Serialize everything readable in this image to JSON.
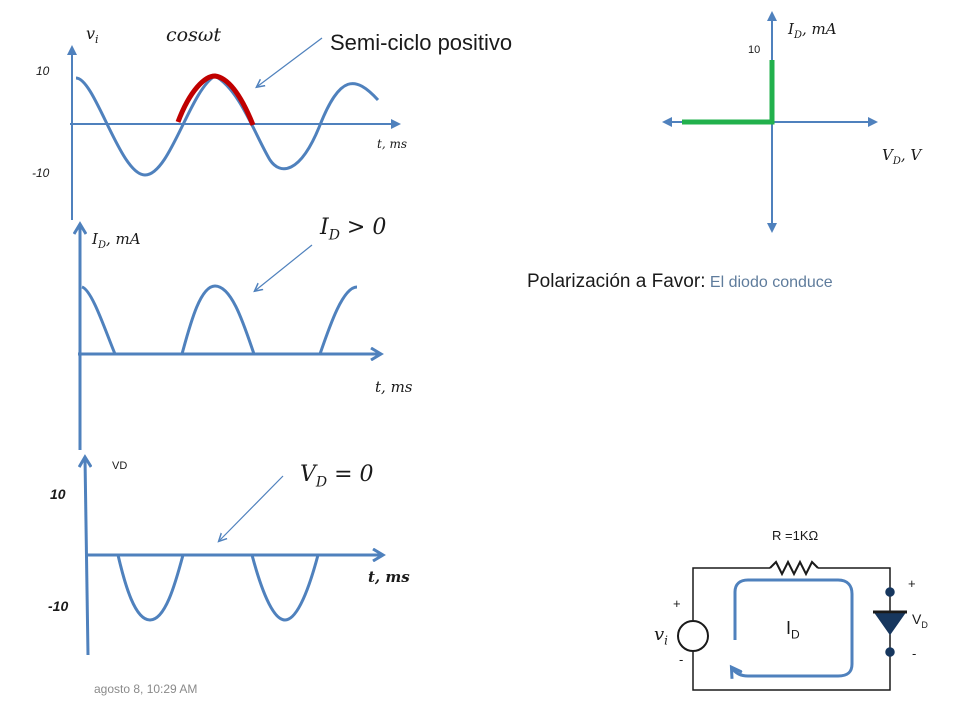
{
  "top_plot": {
    "y_label": "v",
    "y_label_sub": "i",
    "func_label": "cosωt",
    "x_label": "t, ms",
    "tick_max": "10",
    "tick_min": "-10",
    "highlight_label": "Semi-ciclo positivo"
  },
  "current_plot": {
    "y_label": "I",
    "y_label_sub": "D",
    "y_label_unit": ", mA",
    "x_label": "t, ms",
    "annotation": "I",
    "annotation_sub": "D",
    "annotation_rest": " > 0"
  },
  "voltage_plot": {
    "y_label": "VD",
    "tick_max": "10",
    "tick_min": "-10",
    "x_label": "t, ms",
    "annotation": "V",
    "annotation_sub": "D",
    "annotation_rest": " = 0"
  },
  "iv_curve": {
    "y_label": "I",
    "y_label_sub": "D",
    "y_label_unit": ", mA",
    "x_label": "V",
    "x_label_sub": "D",
    "x_label_unit": ", V",
    "tick": "10",
    "curve_color": "#22b14c"
  },
  "status": {
    "title": "Polarización a Favor:",
    "subtitle": "El diodo conduce"
  },
  "circuit": {
    "resistor_label": "R =1KΩ",
    "source_label": "v",
    "source_label_sub": "i",
    "current_label": "I",
    "current_label_sub": "D",
    "diode_label": "V",
    "diode_label_sub": "D",
    "plus_source": "+",
    "minus_source": "-",
    "plus_diode": "+",
    "minus_diode": "-"
  },
  "footer": {
    "timestamp": "agosto 8, 10:29 AM"
  },
  "colors": {
    "axis": "#4f81bd",
    "wave": "#4f81bd",
    "highlight": "#c00000",
    "circuit": "#1a1a1a"
  }
}
